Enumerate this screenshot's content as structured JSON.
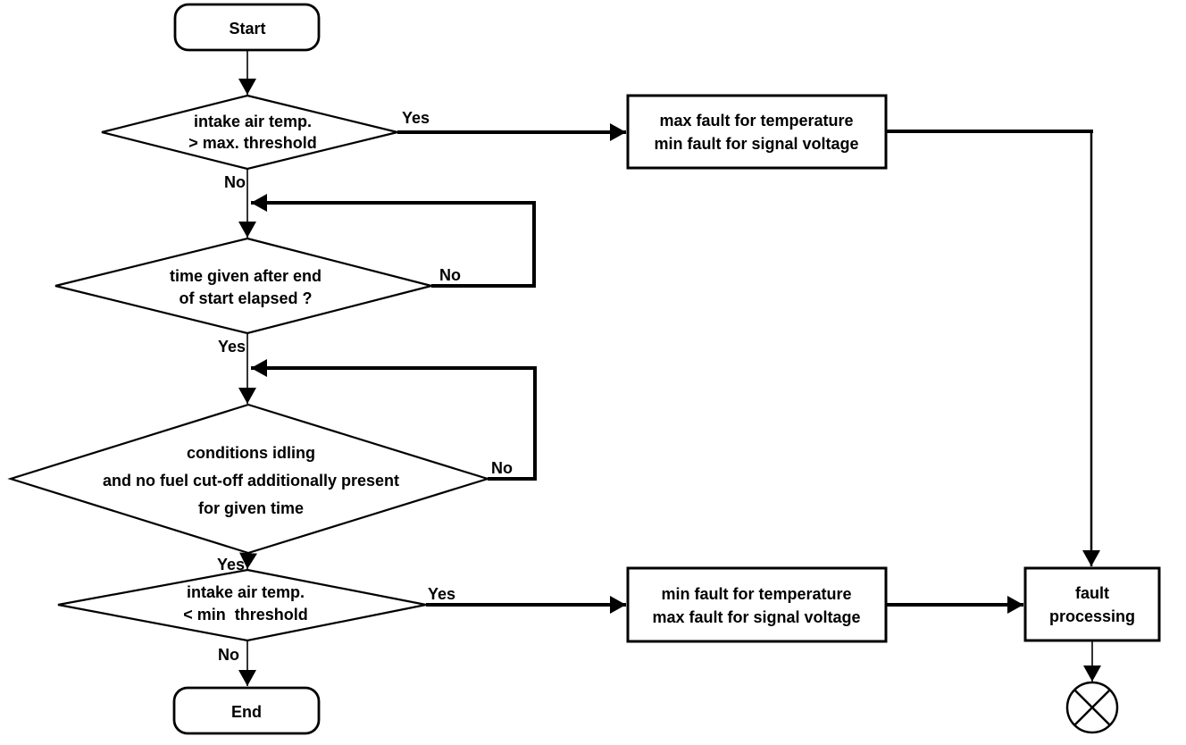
{
  "page": {
    "background": "#ffffff"
  },
  "flowchart": {
    "stroke_color": "#000000",
    "text_color": "#000000",
    "nodes": {
      "start": {
        "type": "terminator",
        "label": "Start"
      },
      "decision_air_temp_max": {
        "type": "decision",
        "lines": [
          "intake air temp.",
          "> max. threshold"
        ]
      },
      "process_max_fault": {
        "type": "process",
        "lines": [
          "max fault for temperature",
          "min fault for signal voltage"
        ]
      },
      "decision_time_elapsed": {
        "type": "decision",
        "lines": [
          "time given after end",
          "of start elapsed ?"
        ]
      },
      "decision_idling": {
        "type": "decision",
        "lines": [
          "conditions idling",
          "and no fuel cut-off additionally present",
          "for given time"
        ]
      },
      "decision_air_temp_min": {
        "type": "decision",
        "lines": [
          "intake air temp.",
          "< min  threshold"
        ]
      },
      "process_min_fault": {
        "type": "process",
        "lines": [
          "min fault for temperature",
          "max fault for signal voltage"
        ]
      },
      "process_fault_processing": {
        "type": "process",
        "lines": [
          "fault",
          "processing"
        ]
      },
      "end": {
        "type": "terminator",
        "label": "End"
      },
      "terminator_symbol": {
        "type": "circle-x"
      }
    },
    "edge_labels": {
      "decision_max_yes": "Yes",
      "decision_max_no": "No",
      "time_elapsed_no": "No",
      "time_elapsed_yes": "Yes",
      "idling_no": "No",
      "idling_yes": "Yes",
      "decision_min_yes": "Yes",
      "decision_min_no": "No"
    }
  }
}
